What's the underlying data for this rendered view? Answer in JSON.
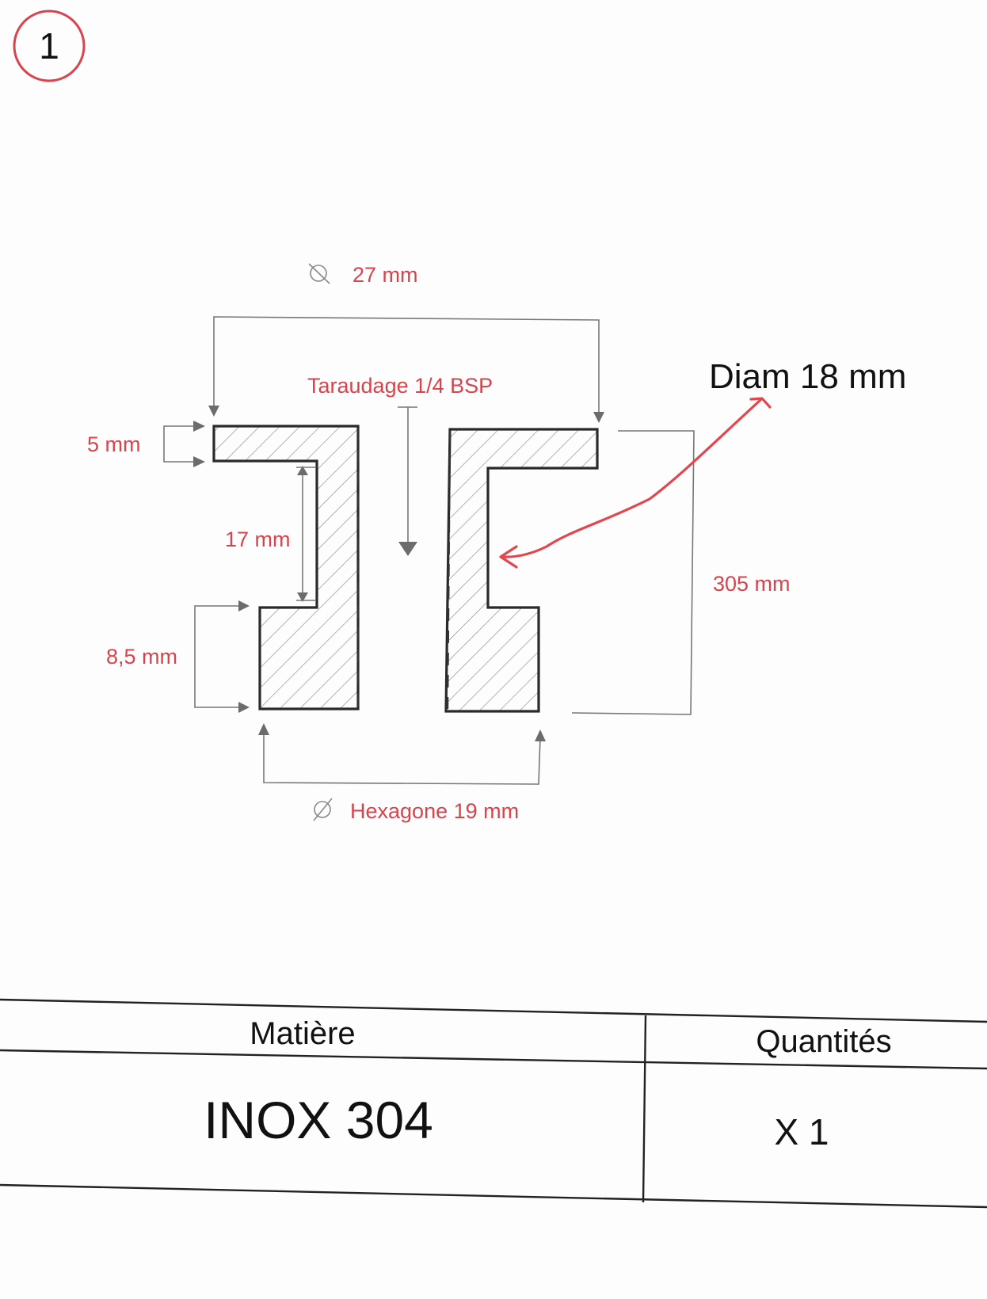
{
  "sheet": {
    "number_label": "1"
  },
  "drawing": {
    "dim_outer_diameter": "27 mm",
    "dim_thread": "Taraudage 1/4 BSP",
    "dim_bore": "Diam 18 mm",
    "dim_top_thickness": "5 mm",
    "dim_groove_height": "17 mm",
    "dim_bottom_height": "8,5 mm",
    "dim_total_length": "305 mm",
    "dim_hexagon": "Hexagone 19 mm",
    "colors": {
      "dimension_text": "#d8434c",
      "callout_arrow": "#e2474f",
      "outline": "#2a2a2a"
    }
  },
  "table": {
    "headers": [
      "Matière",
      "Quantités"
    ],
    "row": [
      "INOX 304",
      "X 1"
    ]
  }
}
